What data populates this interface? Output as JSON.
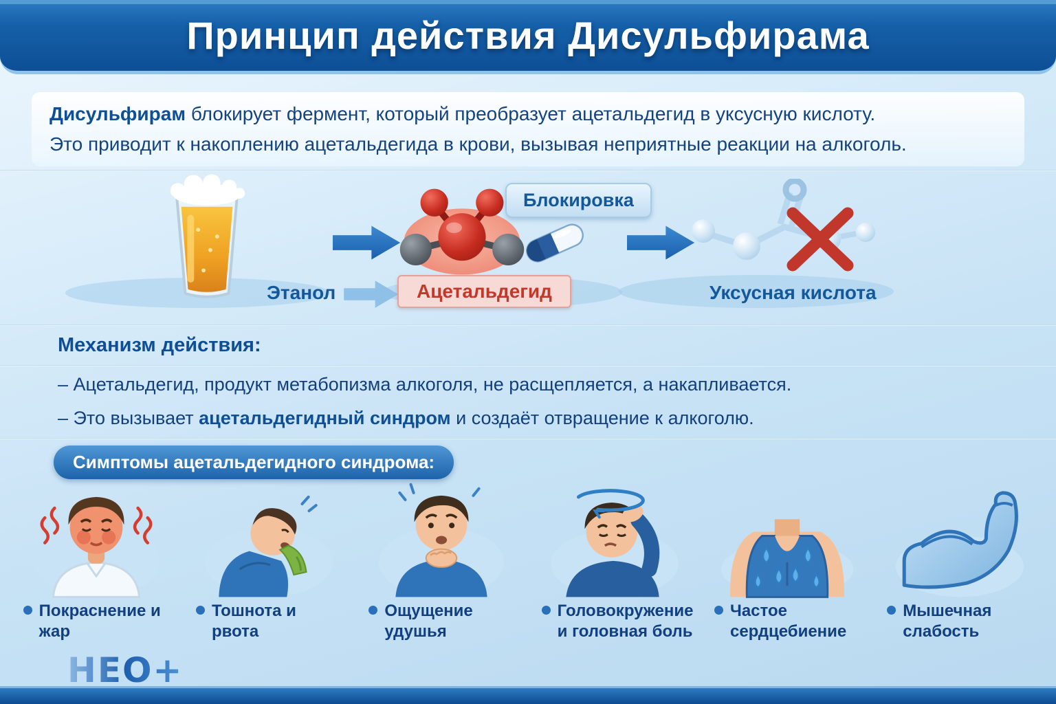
{
  "header": {
    "title": "Принцип действия Дисульфирама"
  },
  "intro": {
    "line1_bold": "Дисульфирам",
    "line1_rest": " блокирует фермент, который преобразует ацетальдегид в уксусную кислоту.",
    "line2": "Это приводит к накоплению ацетальдегида в крови, вызывая неприятные реакции на алкоголь."
  },
  "diagram": {
    "blockade_label": "Блокировка",
    "ethanol_label": "Этанол",
    "acetaldehyde_label": "Ацетальдегид",
    "acetic_acid_label": "Уксусная кислота",
    "icons": [
      "beer-glass-icon",
      "flow-arrow-icon",
      "acetaldehyde-molecule-icon",
      "capsule-pill-icon",
      "flow-arrow-icon",
      "blocked-acetic-acid-molecule-icon"
    ]
  },
  "mechanism": {
    "heading": "Механизм действия:",
    "bullet1": "– Ацетальдегид, продукт метабопизма алкоголя, не расщепляется, а накапливается.",
    "bullet2_prefix": "– Это вызывает ",
    "bullet2_bold": "ацетальдегидный синдром",
    "bullet2_suffix": " и создаёт отвращение к алкоголю."
  },
  "symptoms": {
    "heading": "Симптомы ацетальдегидного синдрома:",
    "items": [
      {
        "label": "Покраснение и жар",
        "icon": "flushed-man-icon"
      },
      {
        "label": "Тошнота и рвота",
        "icon": "vomiting-man-icon"
      },
      {
        "label": "Ощущение удушья",
        "icon": "choking-man-icon"
      },
      {
        "label": "Головокружение и головная боль",
        "icon": "dizzy-man-icon"
      },
      {
        "label": "Частое сердцебиение",
        "icon": "sweating-torso-icon"
      },
      {
        "label": "Мышечная слабость",
        "icon": "weak-muscle-arm-icon"
      }
    ]
  },
  "footer": {
    "logo_text": "НЕО+"
  },
  "colors": {
    "header_blue": "#0e4f96",
    "accent_red": "#c2372b",
    "text_blue": "#123f7d",
    "light_blue_bg": "#c7e2f5",
    "pill_blue": "#1e63a9",
    "beer_amber": "#efa123",
    "vomit_green": "#7cb342"
  }
}
